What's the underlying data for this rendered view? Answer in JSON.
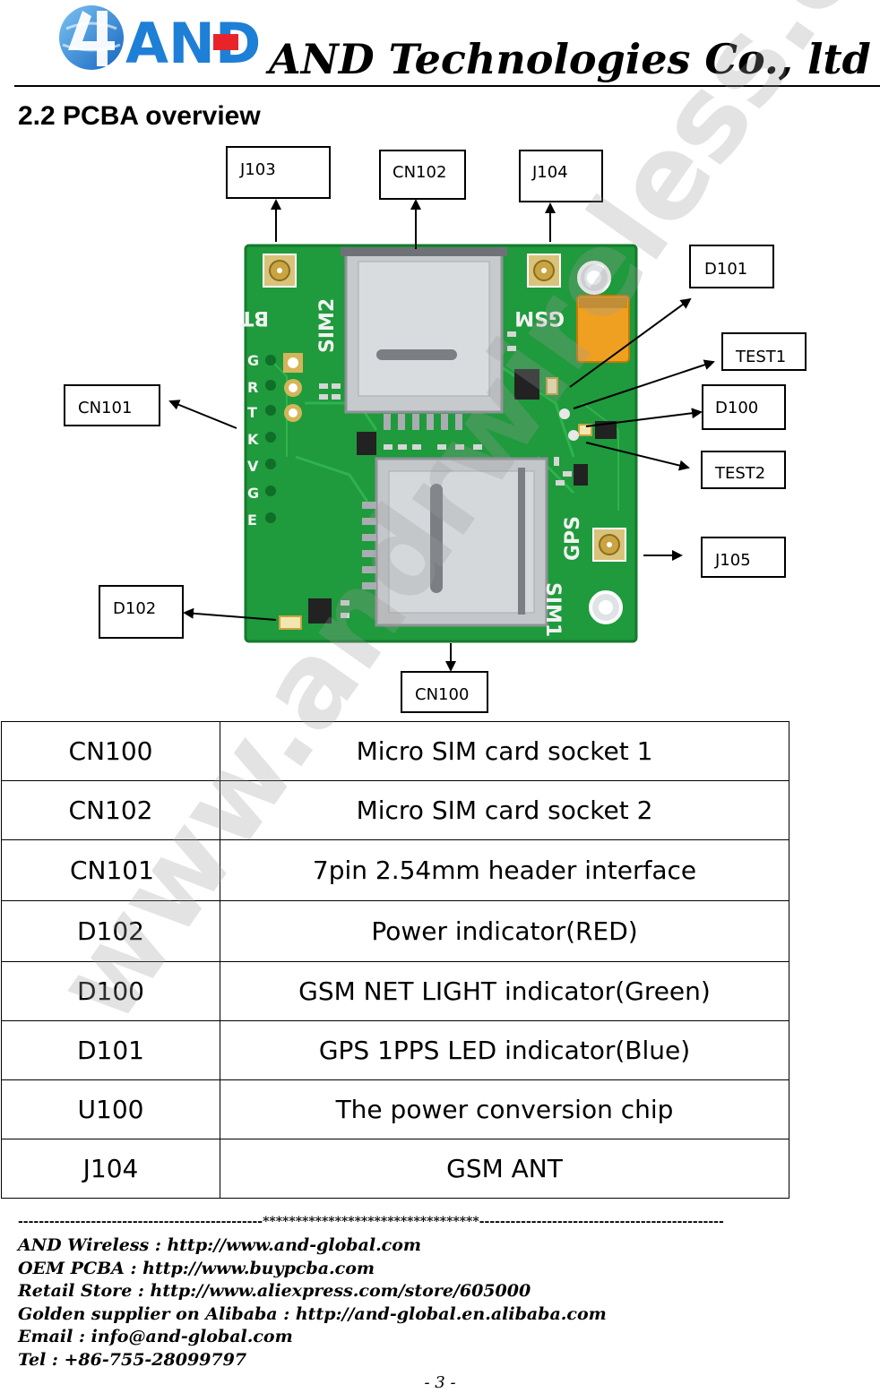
{
  "header": {
    "logo_text": "AND",
    "company": "AND Technologies Co., ltd"
  },
  "section_title": "2.2 PCBA overview",
  "diagram": {
    "callouts": [
      "J103",
      "CN102",
      "J104",
      "D101",
      "TEST1",
      "CN101",
      "D100",
      "TEST2",
      "J105",
      "D102",
      "CN100"
    ],
    "silkscreen": [
      "BT",
      "SIM2",
      "GSM",
      "GPS",
      "SIM1",
      "G",
      "R",
      "T",
      "K",
      "V",
      "G",
      "E"
    ]
  },
  "table": {
    "rows": [
      [
        "CN100",
        "Micro SIM card socket 1"
      ],
      [
        "CN102",
        "Micro SIM card socket 2"
      ],
      [
        "CN101",
        "7pin 2.54mm header interface"
      ],
      [
        "D102",
        "Power indicator(RED)"
      ],
      [
        "D100",
        "GSM NET LIGHT indicator(Green)"
      ],
      [
        "D101",
        "GPS 1PPS LED indicator(Blue)"
      ],
      [
        "U100",
        "The power conversion chip"
      ],
      [
        "J104",
        "GSM ANT"
      ]
    ]
  },
  "footer": {
    "divider": "-----------------------------------------------*********************************-----------------------------------------------",
    "lines": [
      "AND Wireless : http://www.and-global.com",
      "OEM PCBA : http://www.buypcba.com",
      "Retail Store : http://www.aliexpress.com/store/605000",
      "Golden supplier on Alibaba : http://and-global.en.alibaba.com",
      "Email : info@and-global.com",
      "Tel : +86-755-28099797"
    ],
    "page_number": "- 3 -"
  },
  "watermark": "www.andrwireless.com",
  "colors": {
    "logo_blue": "#1e7fd6",
    "logo_red": "#e8242a",
    "pcb_green": "#1f9a3c",
    "silk_white": "#f2f2f2"
  }
}
